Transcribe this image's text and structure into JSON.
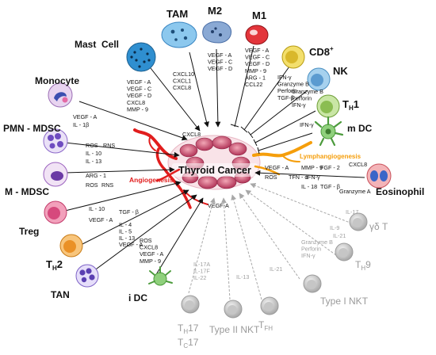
{
  "center": {
    "title": "Thyroid Cancer"
  },
  "processes": {
    "angiogenesis": "Angiogenesis",
    "lymphangiogenesis": "Lymphangiogenesis",
    "center_cxcl8": "CXCL8",
    "center_vegfa": "VEGF-A"
  },
  "colors": {
    "arrow": "#111111",
    "faded": "#a8a8a8",
    "angiogenesis": "#e11d1d",
    "lymphangiogenesis": "#f59e0b",
    "tumor": "#c9486a"
  },
  "cells": [
    {
      "id": "tam",
      "label": "TAM",
      "icon": "tam-cell-icon",
      "color": "#5aa9df",
      "mediators": [
        "CXCL10",
        "CXCL1",
        "CXCL8"
      ],
      "effect": "promote"
    },
    {
      "id": "m2",
      "label": "M2",
      "icon": "m2-macrophage-icon",
      "color": "#6f94c8",
      "mediators": [
        "VEGF - A",
        "VEGF - C",
        "VEGF - D"
      ],
      "effect": "promote"
    },
    {
      "id": "m1",
      "label": "M1",
      "icon": "m1-macrophage-icon",
      "color": "#e0242b",
      "mediators": [
        "VEGF - A",
        "VEGF - C",
        "VEGF - D",
        "MMP - 9",
        "ARG - 1",
        "CCL22"
      ],
      "effect": "promote"
    },
    {
      "id": "mast",
      "label": "Mast  Cell",
      "icon": "mast-cell-icon",
      "color": "#2f8fd0",
      "mediators": [
        "VEGF - A",
        "VEGF - C",
        "VEGF - D",
        "CXCL8",
        "MMP - 9"
      ],
      "effect": "promote"
    },
    {
      "id": "cd8",
      "label": "CD8",
      "label_sup": "+",
      "icon": "cd8-t-cell-icon",
      "color": "#e9ce3a",
      "mediators": [
        "IFN-γ",
        "Granzyme B",
        "Perforin",
        "TGF-β"
      ],
      "effect": "inhibit"
    },
    {
      "id": "nk",
      "label": "NK",
      "icon": "nk-cell-icon",
      "color": "#6fb0dc",
      "mediators": [
        "Granzyme B",
        "Perforin",
        "IFN-γ"
      ],
      "effect": "inhibit"
    },
    {
      "id": "monocyte",
      "label": "Monocyte",
      "icon": "monocyte-icon",
      "color": "#c79bd8",
      "mediators": [
        "VEGF - A",
        "IL - 1β"
      ],
      "effect": "promote"
    },
    {
      "id": "th1",
      "label": "T",
      "label_sub": "H",
      "label_tail": "1",
      "icon": "th1-cell-icon",
      "color": "#9fce69",
      "mediators": [
        "IFN-γ"
      ],
      "effect": "inhibit"
    },
    {
      "id": "mdc",
      "label": "m DC",
      "icon": "mature-dc-icon",
      "color": "#7fc36b",
      "mediators": [],
      "effect": "inhibit"
    },
    {
      "id": "pmn",
      "label": "PMN - MDSC",
      "icon": "pmn-mdsc-icon",
      "color": "#8b67c9",
      "mediators": [
        "ROS",
        "RNS",
        "IL - 10",
        "IL - 13"
      ],
      "effect": "promote"
    },
    {
      "id": "mmdsc",
      "label": "M - MDSC",
      "icon": "m-mdsc-icon",
      "color": "#8b4fb8",
      "mediators": [
        "ARG - 1",
        "ROS",
        "RNS"
      ],
      "effect": "promote"
    },
    {
      "id": "eos",
      "label": "Eosinophil",
      "icon": "eosinophil-icon",
      "color": "#e2797f",
      "mediators": [
        "VEGF - A",
        "ROS",
        "MMP - 9",
        "TFN - α",
        "FGF - 2",
        "IFN-γ",
        "CXCL8",
        "IL - 18",
        "TGF - β",
        "Granzyme A"
      ],
      "effect": "both"
    },
    {
      "id": "treg",
      "label": "Treg",
      "icon": "treg-cell-icon",
      "color": "#e36f93",
      "mediators": [
        "IL - 10",
        "TGF - β",
        "VEGF - A"
      ],
      "effect": "promote"
    },
    {
      "id": "th2",
      "label": "T",
      "label_sub": "H",
      "label_tail": "2",
      "icon": "th2-cell-icon",
      "color": "#f2a33c",
      "mediators": [
        "IL - 4",
        "IL - 5",
        "IL - 13",
        "VEGF - A"
      ],
      "effect": "promote"
    },
    {
      "id": "tan",
      "label": "TAN",
      "icon": "tan-cell-icon",
      "color": "#7e63c7",
      "mediators": [
        "ROS",
        "CXCL8",
        "VEGF - A",
        "MMP - 9"
      ],
      "effect": "promote"
    },
    {
      "id": "idc",
      "label": "i DC",
      "icon": "immature-dc-icon",
      "color": "#7fc36b",
      "mediators": [],
      "effect": "promote"
    }
  ],
  "faded_cells": [
    {
      "id": "th17",
      "label1": "T",
      "sub1": "H",
      "tail1": "17",
      "label2": "T",
      "sub2": "C",
      "tail2": "17",
      "mediators": [
        "IL-17A",
        "IL-17F",
        "IL-22"
      ]
    },
    {
      "id": "nkt2",
      "label": "Type II NKT",
      "mediators": [
        "IL-13"
      ]
    },
    {
      "id": "tfh",
      "label": "T",
      "label_sub": "FH",
      "mediators": [
        "IL-21"
      ]
    },
    {
      "id": "nkt1",
      "label": "Type I NKT",
      "mediators": [
        "Granzyme B",
        "Perforin",
        "IFN-γ"
      ]
    },
    {
      "id": "th9",
      "label": "T",
      "label_sub": "H",
      "label_tail": "9",
      "mediators": [
        "IL-9",
        "IL-21"
      ]
    },
    {
      "id": "gdt",
      "label": "γδ T",
      "mediators": [
        "IL-17"
      ]
    }
  ]
}
